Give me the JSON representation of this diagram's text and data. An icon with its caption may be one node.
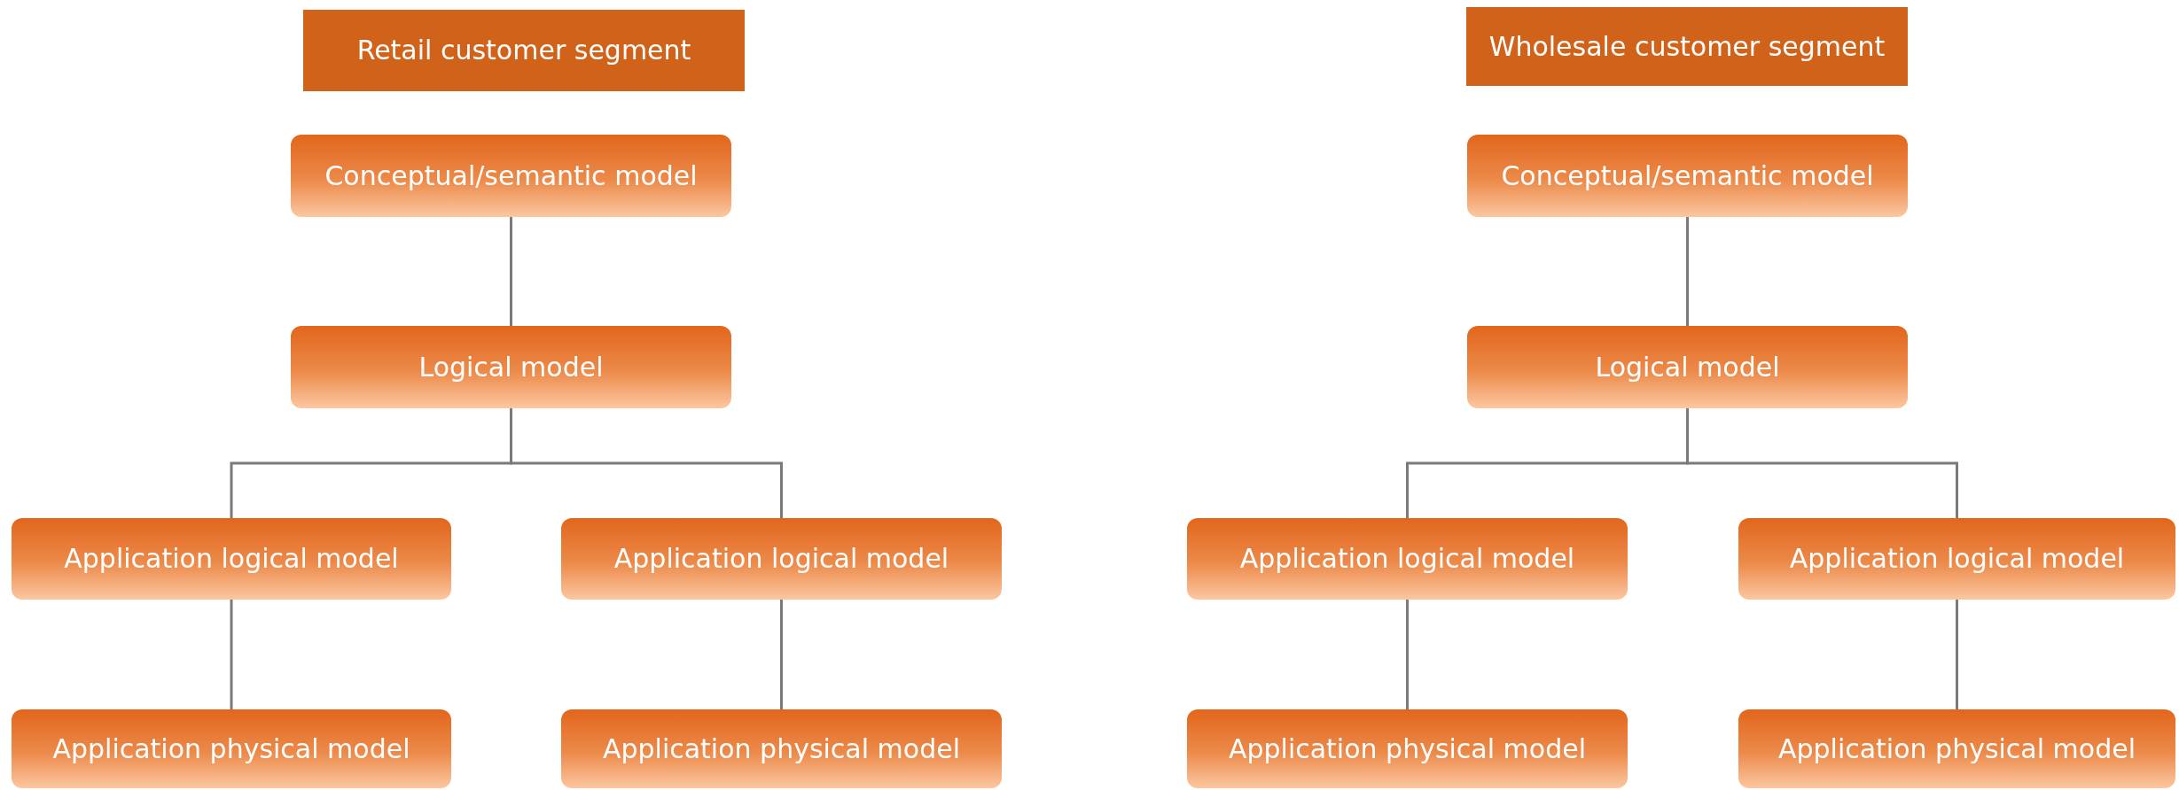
{
  "diagram": {
    "nodes": [
      {
        "text": [
          "Retail customer segment"
        ]
      },
      {
        "text": [
          "Conceptual/semantic model"
        ]
      },
      {
        "text": [
          "Logical model"
        ]
      },
      {
        "text": [
          "Application logical model"
        ]
      },
      {
        "text": [
          "Application logical model"
        ]
      },
      {
        "text": [
          "Application physical model"
        ]
      },
      {
        "text": [
          "Application physical model"
        ]
      },
      {
        "text": [
          "Wholesale customer segment"
        ]
      },
      {
        "text": [
          "Conceptual/semantic model"
        ]
      },
      {
        "text": [
          "Logical model"
        ]
      },
      {
        "text": [
          "Application logical model"
        ]
      },
      {
        "text": [
          "Application logical model"
        ]
      },
      {
        "text": [
          "Application physical model"
        ]
      },
      {
        "text": [
          "Application physical model"
        ]
      }
    ],
    "edges": [
      {
        "from": 1,
        "to": 2,
        "arrow": "none"
      },
      {
        "from": 2,
        "to": 3,
        "arrow": "none"
      },
      {
        "from": 2,
        "to": 4,
        "arrow": "none"
      },
      {
        "from": 3,
        "to": 5,
        "arrow": "none"
      },
      {
        "from": 4,
        "to": 6,
        "arrow": "none"
      },
      {
        "from": 8,
        "to": 9,
        "arrow": "none"
      },
      {
        "from": 9,
        "to": 10,
        "arrow": "none"
      },
      {
        "from": 9,
        "to": 11,
        "arrow": "none"
      },
      {
        "from": 10,
        "to": 12,
        "arrow": "none"
      },
      {
        "from": 11,
        "to": 13,
        "arrow": "none"
      }
    ]
  }
}
